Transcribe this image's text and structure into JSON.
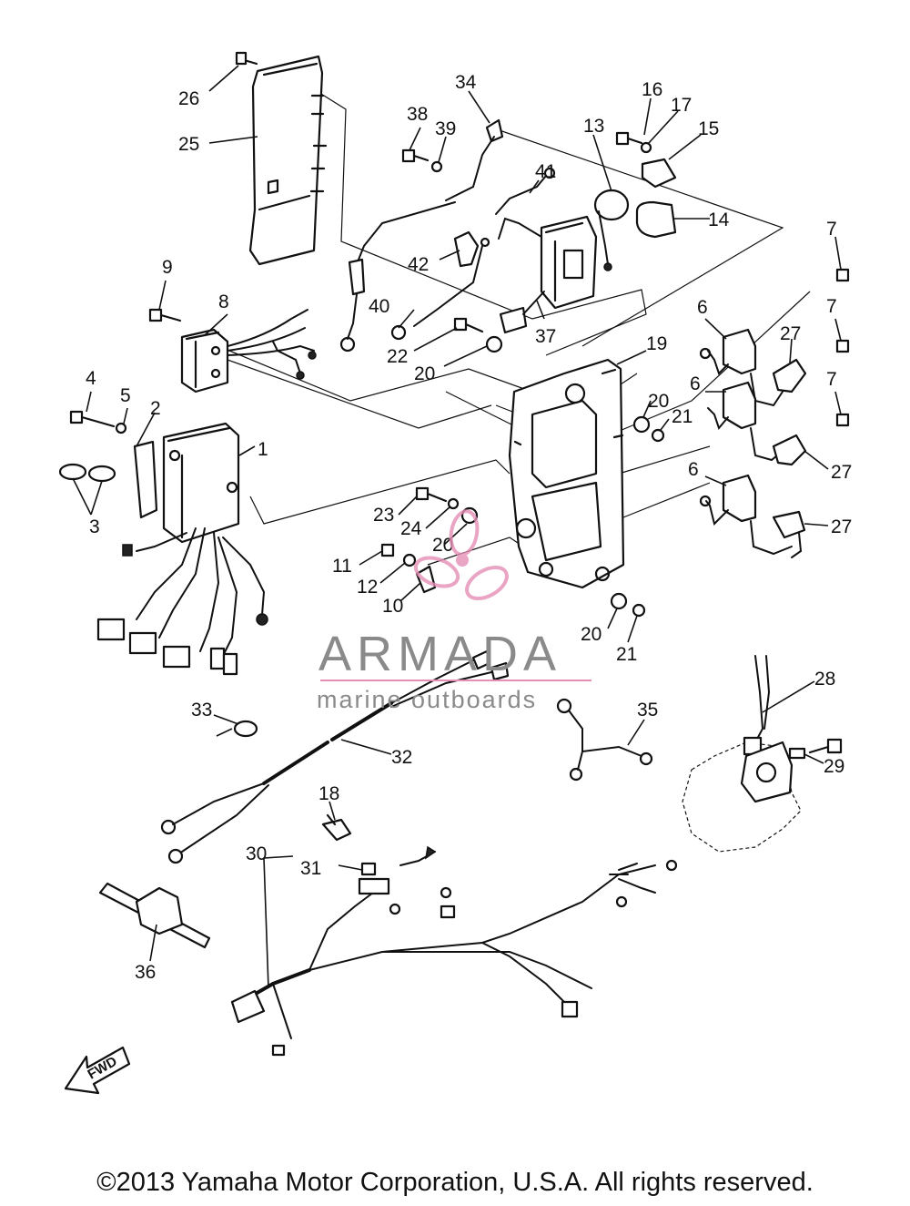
{
  "labels": {
    "l1": "1",
    "l2": "2",
    "l3": "3",
    "l4": "4",
    "l5": "5",
    "l6a": "6",
    "l6b": "6",
    "l6c": "6",
    "l7a": "7",
    "l7b": "7",
    "l7c": "7",
    "l8": "8",
    "l9": "9",
    "l10": "10",
    "l11": "11",
    "l12": "12",
    "l13": "13",
    "l14": "14",
    "l15": "15",
    "l16": "16",
    "l17": "17",
    "l18": "18",
    "l19": "19",
    "l20a": "20",
    "l20b": "20",
    "l20c": "20",
    "l20d": "20",
    "l21a": "21",
    "l21b": "21",
    "l22": "22",
    "l23": "23",
    "l24": "24",
    "l25": "25",
    "l26": "26",
    "l27a": "27",
    "l27b": "27",
    "l27c": "27",
    "l28": "28",
    "l29": "29",
    "l30": "30",
    "l31": "31",
    "l32": "32",
    "l33": "33",
    "l34": "34",
    "l35": "35",
    "l36": "36",
    "l37": "37",
    "l38": "38",
    "l39": "39",
    "l40": "40",
    "l41": "41",
    "l42": "42"
  },
  "watermark": {
    "title": "ARMADA",
    "subtitle": "marine outboards",
    "color": "#8a8a8a",
    "accent": "#e58fb6"
  },
  "fwd_arrow": "FWD",
  "copyright": "©2013 Yamaha Motor Corporation, U.S.A. All rights reserved."
}
